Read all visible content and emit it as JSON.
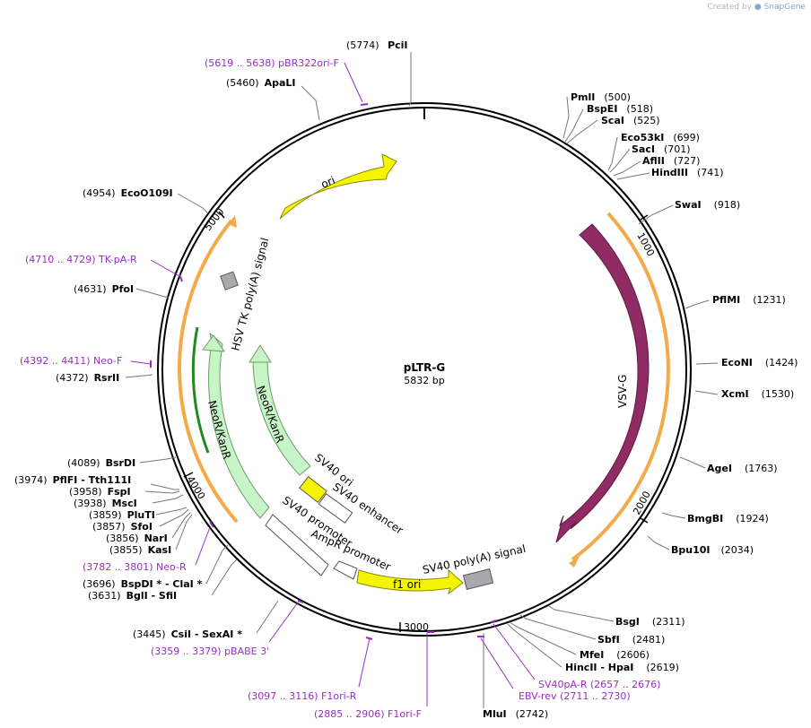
{
  "credit": {
    "prefix": "Created by",
    "brand": "SnapGene"
  },
  "plasmid": {
    "name": "pLTR-G",
    "size_label": "5832 bp"
  },
  "ticks": [
    "1000",
    "2000",
    "3000",
    "4000",
    "5000"
  ],
  "enzymes": [
    {
      "pos": "(5774)",
      "name": "PciI"
    },
    {
      "pos": "(5460)",
      "name": "ApaLI"
    },
    {
      "pos": "(500)",
      "name": "PmlI"
    },
    {
      "pos": "(518)",
      "name": "BspEI"
    },
    {
      "pos": "(525)",
      "name": "ScaI"
    },
    {
      "pos": "(699)",
      "name": "Eco53kI"
    },
    {
      "pos": "(701)",
      "name": "SacI"
    },
    {
      "pos": "(727)",
      "name": "AflII"
    },
    {
      "pos": "(741)",
      "name": "HindIII"
    },
    {
      "pos": "(918)",
      "name": "SwaI"
    },
    {
      "pos": "(1231)",
      "name": "PflMI"
    },
    {
      "pos": "(1424)",
      "name": "EcoNI"
    },
    {
      "pos": "(1530)",
      "name": "XcmI"
    },
    {
      "pos": "(1763)",
      "name": "AgeI"
    },
    {
      "pos": "(1924)",
      "name": "BmgBI"
    },
    {
      "pos": "(2034)",
      "name": "Bpu10I"
    },
    {
      "pos": "(2311)",
      "name": "BsgI"
    },
    {
      "pos": "(2481)",
      "name": "SbfI"
    },
    {
      "pos": "(2606)",
      "name": "MfeI"
    },
    {
      "pos": "(2619)",
      "name": "HincII  -  HpaI"
    },
    {
      "pos": "(2742)",
      "name": "MluI"
    },
    {
      "pos": "(4954)",
      "name": "EcoO109I"
    },
    {
      "pos": "(4631)",
      "name": "PfoI"
    },
    {
      "pos": "(4372)",
      "name": "RsrII"
    },
    {
      "pos": "(4089)",
      "name": "BsrDI"
    },
    {
      "pos": "(3974)",
      "name": "PflFI  -  Tth111I"
    },
    {
      "pos": "(3958)",
      "name": "FspI"
    },
    {
      "pos": "(3938)",
      "name": "MscI"
    },
    {
      "pos": "(3859)",
      "name": "PluTI"
    },
    {
      "pos": "(3857)",
      "name": "SfoI"
    },
    {
      "pos": "(3856)",
      "name": "NarI"
    },
    {
      "pos": "(3855)",
      "name": "KasI"
    },
    {
      "pos": "(3696)",
      "name": "BspDI *  -  ClaI *"
    },
    {
      "pos": "(3631)",
      "name": "BglI  -  SfiI"
    },
    {
      "pos": "(3445)",
      "name": "CsiI  -  SexAI *"
    }
  ],
  "primers": [
    {
      "text": "(5619 .. 5638)  pBR322ori-F"
    },
    {
      "text": "(4710 .. 4729)  TK-pA-R"
    },
    {
      "text": "(4392 .. 4411)  Neo-F"
    },
    {
      "text": "(3782 .. 3801)  Neo-R"
    },
    {
      "text": "(3359 .. 3379)  pBABE 3'"
    },
    {
      "text": "(3097 .. 3116)  F1ori-R"
    },
    {
      "text": "(2885 .. 2906)  F1ori-F"
    },
    {
      "text": "SV40pA-R  (2657 .. 2676)"
    },
    {
      "text": "EBV-rev  (2711 .. 2730)"
    }
  ],
  "features": {
    "ori": "ori",
    "vsvg": "VSV-G",
    "hsv_tk": "HSV TK poly(A) signal",
    "neo_inner": "NeoR/KanR",
    "neo_outer": "NeoR/KanR",
    "sv40_ori": "SV40 ori",
    "sv40_enh": "SV40 enhancer",
    "sv40_prom": "SV40 promoter",
    "ampr_prom": "AmpR promoter",
    "f1ori": "f1 ori",
    "sv40pa": "SV40 poly(A) signal"
  },
  "colors": {
    "backbone": "#000000",
    "ori": "#f5f500",
    "vsvg": "#912b63",
    "orf": "#f3aa48",
    "neo": "#c8f5c8",
    "neo_inner": "#1f8a1f",
    "polya": "#a7a9ac",
    "promoter": "#ffffff",
    "primer": "#9a2ec4"
  }
}
